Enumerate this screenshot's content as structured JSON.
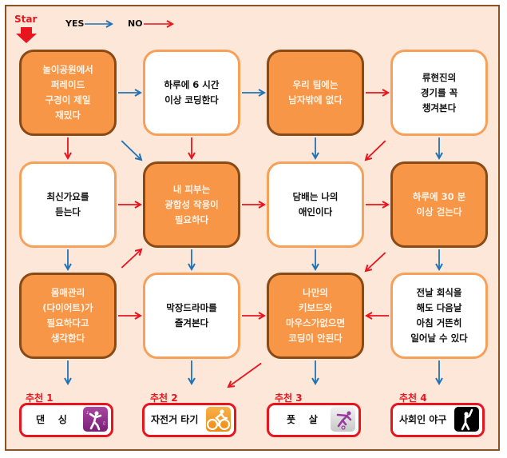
{
  "legend": {
    "start_label": "Star",
    "yes_label": "YES",
    "no_label": "NO",
    "yes_color": "#1f73b7",
    "no_color": "#e8141e"
  },
  "nodes": [
    {
      "id": "r1c1",
      "text": "놀이공원에서\n퍼레이드\n구경이 제일\n재밌다",
      "style": "yes"
    },
    {
      "id": "r1c2",
      "text": "하루에 6 시간\n이상 코딩한다",
      "style": "no"
    },
    {
      "id": "r1c3",
      "text": "우리 팀에는\n남자밖에 없다",
      "style": "yes"
    },
    {
      "id": "r1c4",
      "text": "류현진의\n경기를 꼭\n챙겨본다",
      "style": "no"
    },
    {
      "id": "r2c1",
      "text": "최신가요를\n듣는다",
      "style": "no"
    },
    {
      "id": "r2c2",
      "text": "내 피부는\n광합성 작용이\n필요하다",
      "style": "yes"
    },
    {
      "id": "r2c3",
      "text": "담배는 나의\n애인이다",
      "style": "no"
    },
    {
      "id": "r2c4",
      "text": "하루에 30 분\n이상 걷는다",
      "style": "yes"
    },
    {
      "id": "r3c1",
      "text": "몸매관리\n(다이어트)가\n필요하다고\n생각한다",
      "style": "yes"
    },
    {
      "id": "r3c2",
      "text": "막장드라마를\n즐겨본다",
      "style": "no"
    },
    {
      "id": "r3c3",
      "text": "나만의\n키보드와\n마우스가없으면\n코딩이 안된다",
      "style": "yes"
    },
    {
      "id": "r3c4",
      "text": "전날 회식을\n해도 다음날\n아침 거뜬히\n일어날 수 있다",
      "style": "no"
    }
  ],
  "recommendations": [
    {
      "label": "추천 1",
      "activity": "댄    싱",
      "icon": "dancing-icon",
      "icon_color": "#8e2a8a"
    },
    {
      "label": "추천 2",
      "activity": "자전거 타기",
      "icon": "cycling-icon",
      "icon_color": "#f39a1e"
    },
    {
      "label": "추천 3",
      "activity": "풋    살",
      "icon": "futsal-icon",
      "icon_color": "#e0e0e0"
    },
    {
      "label": "추천 4",
      "activity": "사회인 야구",
      "icon": "baseball-icon",
      "icon_color": "#000000"
    }
  ],
  "edges": [
    {
      "from": "r1c1",
      "to": "r1c2",
      "type": "yes"
    },
    {
      "from": "r1c2",
      "to": "r1c3",
      "type": "yes"
    },
    {
      "from": "r1c3",
      "to": "r1c4",
      "type": "no"
    },
    {
      "from": "r1c1",
      "to": "r2c1",
      "type": "no"
    },
    {
      "from": "r1c1",
      "to": "r2c2",
      "type": "yes"
    },
    {
      "from": "r1c2",
      "to": "r2c2",
      "type": "no"
    },
    {
      "from": "r1c3",
      "to": "r2c3",
      "type": "yes"
    },
    {
      "from": "r1c4",
      "to": "r2c3",
      "type": "no"
    },
    {
      "from": "r1c4",
      "to": "r2c4",
      "type": "yes"
    },
    {
      "from": "r2c1",
      "to": "r2c2",
      "type": "no"
    },
    {
      "from": "r2c2",
      "to": "r2c3",
      "type": "no"
    },
    {
      "from": "r2c3",
      "to": "r2c4",
      "type": "no"
    },
    {
      "from": "r2c1",
      "to": "r3c1",
      "type": "yes"
    },
    {
      "from": "r3c1",
      "to": "r2c2",
      "type": "no"
    },
    {
      "from": "r2c2",
      "to": "r3c2",
      "type": "yes"
    },
    {
      "from": "r2c3",
      "to": "r3c3",
      "type": "yes"
    },
    {
      "from": "r2c4",
      "to": "r3c3",
      "type": "no"
    },
    {
      "from": "r2c4",
      "to": "r3c4",
      "type": "yes"
    },
    {
      "from": "r3c1",
      "to": "r3c2",
      "type": "no"
    },
    {
      "from": "r3c2",
      "to": "r3c3",
      "type": "no"
    },
    {
      "from": "r3c4",
      "to": "r3c3",
      "type": "no"
    },
    {
      "from": "r3c1",
      "to": "rec1",
      "type": "yes"
    },
    {
      "from": "r3c2",
      "to": "rec2",
      "type": "yes"
    },
    {
      "from": "r3c3",
      "to": "rec2",
      "type": "no"
    },
    {
      "from": "r3c3",
      "to": "rec3",
      "type": "yes"
    },
    {
      "from": "r3c4",
      "to": "rec4",
      "type": "yes"
    }
  ]
}
